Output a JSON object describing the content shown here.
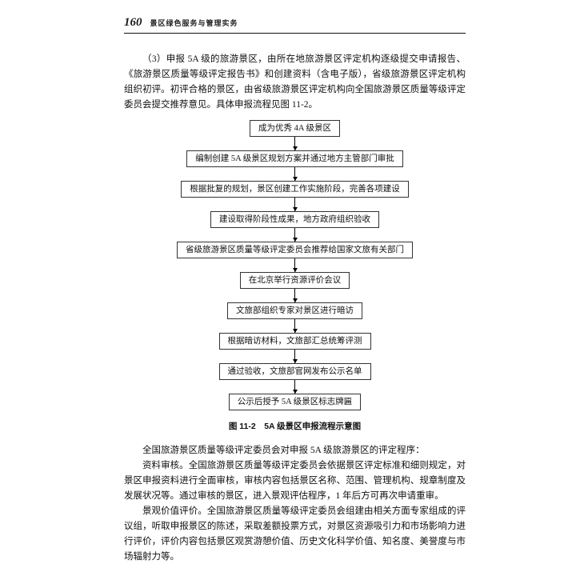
{
  "header": {
    "page_number": "160",
    "book_title": "景区绿色服务与管理实务"
  },
  "intro_paragraph": "（3）申报 5A 级的旅游景区，由所在地旅游景区评定机构逐级提交申请报告、《旅游景区质量等级评定报告书》和创建资料（含电子版），省级旅游景区评定机构组织初评。初评合格的景区，由省级旅游景区评定机构向全国旅游景区质量等级评定委员会提交推荐意见。具体申报流程见图 11-2。",
  "flowchart": {
    "steps": [
      "成为优秀 4A 级景区",
      "编制创建 5A 级景区规划方案并通过地方主管部门审批",
      "根据批复的规划，景区创建工作实施阶段，完善各项建设",
      "建设取得阶段性成果，地方政府组织验收",
      "省级旅游景区质量等级评定委员会推荐给国家文旅有关部门",
      "在北京举行资源评价会议",
      "文旅部组织专家对景区进行暗访",
      "根据暗访材料，文旅部汇总统筹评测",
      "通过验收，文旅部官网发布公示名单",
      "公示后授予 5A 级景区标志牌匾"
    ],
    "caption": "图 11-2　5A 级景区申报流程示意图"
  },
  "paragraphs": [
    "全国旅游景区质量等级评定委员会对申报 5A 级旅游景区的评定程序：",
    "资料审核。全国旅游景区质量等级评定委员会依据景区评定标准和细则规定，对景区申报资料进行全面审核，审核内容包括景区名称、范围、管理机构、规章制度及发展状况等。通过审核的景区，进入景观评估程序，1 年后方可再次申请重审。",
    "景观价值评价。全国旅游景区质量等级评定委员会组建由相关方面专家组成的评议组，听取申报景区的陈述，采取差额投票方式，对景区资源吸引力和市场影响力进行评价，评价内容包括景区观赏游憩价值、历史文化科学价值、知名度、美誉度与市场辐射力等。"
  ]
}
